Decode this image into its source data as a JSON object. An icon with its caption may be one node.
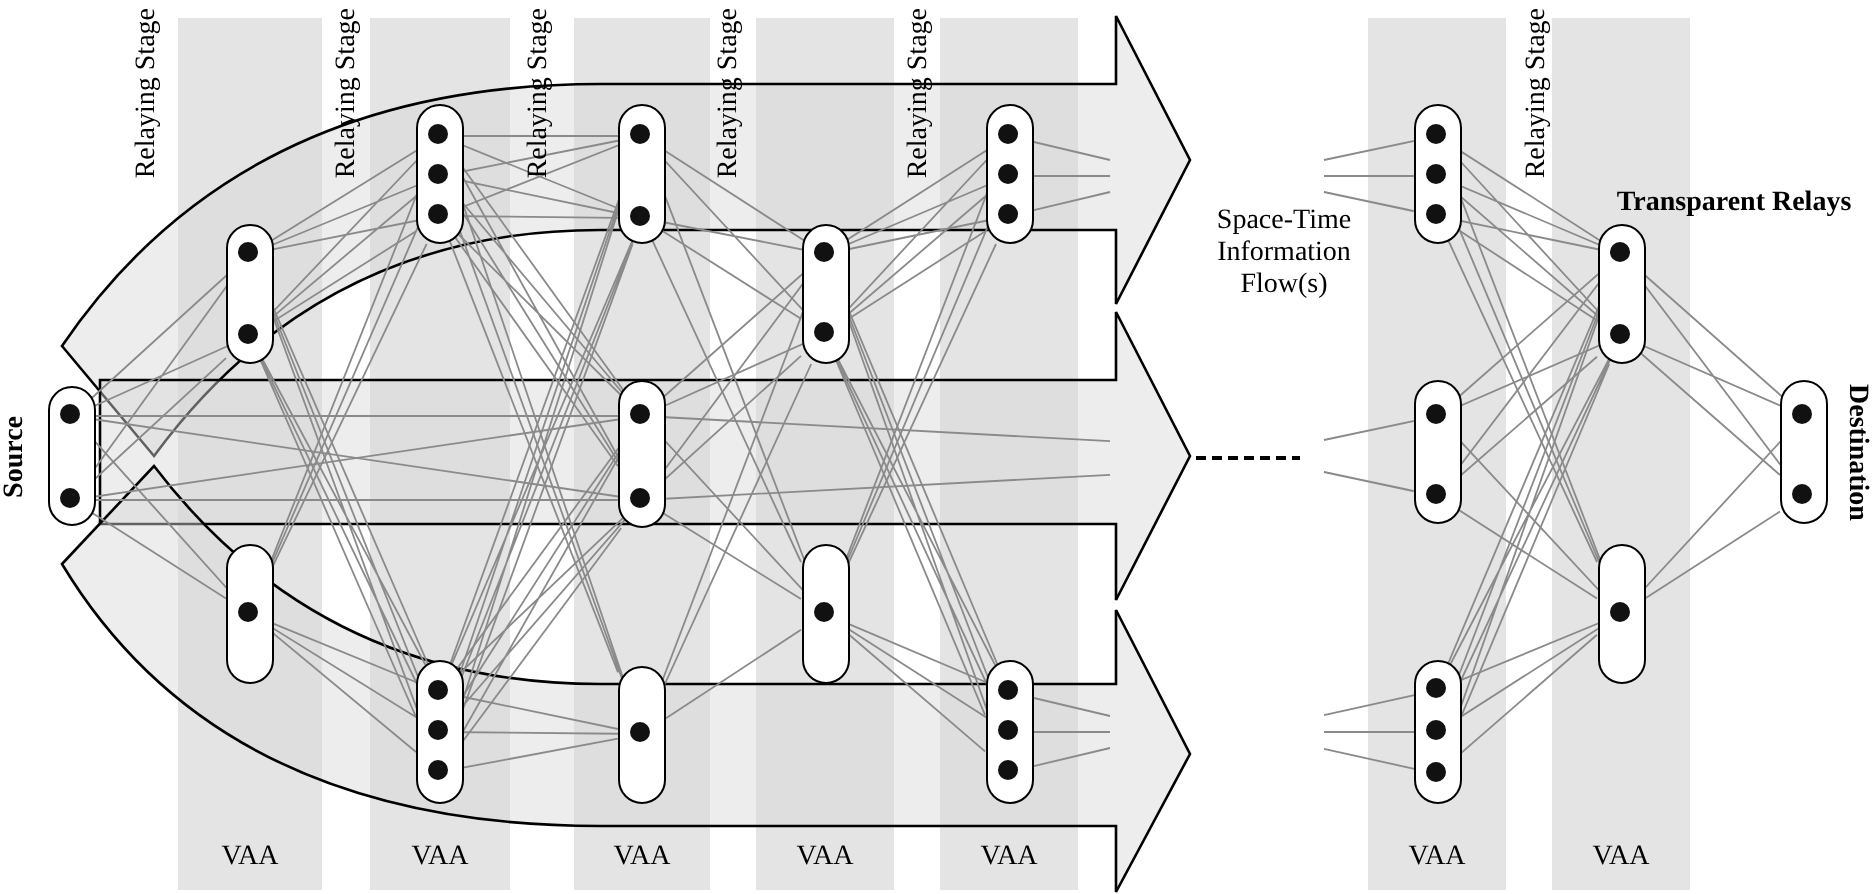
{
  "diagram": {
    "nodes": [
      {
        "text": [
          "Source"
        ]
      },
      {
        "text": [
          "Relaying Stage",
          "VAA"
        ]
      },
      {
        "text": [],
        "shape": "capsule",
        "in": 1
      },
      {
        "text": [],
        "shape": "capsule",
        "in": 1
      },
      {
        "text": [
          "Relaying Stage",
          "VAA"
        ]
      },
      {
        "text": [],
        "shape": "capsule",
        "in": 4
      },
      {
        "text": [],
        "shape": "capsule",
        "in": 4
      },
      {
        "text": [
          "Relaying Stage",
          "VAA"
        ]
      },
      {
        "text": [],
        "shape": "capsule",
        "in": 7
      },
      {
        "text": [],
        "shape": "capsule",
        "in": 7
      },
      {
        "text": [],
        "shape": "capsule",
        "in": 7
      },
      {
        "text": [
          "Relaying Stage",
          "VAA"
        ]
      },
      {
        "text": [],
        "shape": "capsule",
        "in": 11
      },
      {
        "text": [],
        "shape": "capsule",
        "in": 11
      },
      {
        "text": [
          "Relaying Stage",
          "VAA"
        ]
      },
      {
        "text": [],
        "shape": "capsule",
        "in": 14
      },
      {
        "text": [],
        "shape": "capsule",
        "in": 14
      },
      {
        "text": [
          "VAA"
        ]
      },
      {
        "text": [],
        "shape": "capsule",
        "in": 17
      },
      {
        "text": [],
        "shape": "capsule",
        "in": 17
      },
      {
        "text": [],
        "shape": "capsule",
        "in": 17
      },
      {
        "text": [
          "Relaying Stage",
          "VAA"
        ]
      },
      {
        "text": [],
        "shape": "capsule",
        "in": 21
      },
      {
        "text": [],
        "shape": "capsule",
        "in": 21
      },
      {
        "text": [
          "Destination"
        ]
      }
    ],
    "edges": [
      {
        "from": 0,
        "to": 2,
        "arrow": "none"
      },
      {
        "from": 0,
        "to": 3,
        "arrow": "none"
      },
      {
        "from": 0,
        "to": 9,
        "arrow": "none"
      },
      {
        "from": 2,
        "to": 5,
        "arrow": "none"
      },
      {
        "from": 2,
        "to": 6,
        "arrow": "none"
      },
      {
        "from": 3,
        "to": 5,
        "arrow": "none"
      },
      {
        "from": 3,
        "to": 6,
        "arrow": "none"
      },
      {
        "from": 5,
        "to": 8,
        "arrow": "none"
      },
      {
        "from": 5,
        "to": 9,
        "arrow": "none"
      },
      {
        "from": 5,
        "to": 10,
        "arrow": "none"
      },
      {
        "from": 6,
        "to": 8,
        "arrow": "none"
      },
      {
        "from": 6,
        "to": 9,
        "arrow": "none"
      },
      {
        "from": 6,
        "to": 10,
        "arrow": "none"
      },
      {
        "from": 8,
        "to": 12,
        "arrow": "none"
      },
      {
        "from": 8,
        "to": 13,
        "arrow": "none"
      },
      {
        "from": 9,
        "to": 12,
        "arrow": "none"
      },
      {
        "from": 9,
        "to": 13,
        "arrow": "none"
      },
      {
        "from": 10,
        "to": 12,
        "arrow": "none"
      },
      {
        "from": 10,
        "to": 13,
        "arrow": "none"
      },
      {
        "from": 12,
        "to": 15,
        "arrow": "none"
      },
      {
        "from": 12,
        "to": 16,
        "arrow": "none"
      },
      {
        "from": 13,
        "to": 15,
        "arrow": "none"
      },
      {
        "from": 13,
        "to": 16,
        "arrow": "none"
      },
      {
        "from": 15,
        "to": null,
        "arrow": "none"
      },
      {
        "from": 9,
        "to": null,
        "arrow": "none"
      },
      {
        "from": 16,
        "to": null,
        "arrow": "none"
      },
      {
        "from": null,
        "to": 18,
        "arrow": "none"
      },
      {
        "from": null,
        "to": 19,
        "arrow": "none"
      },
      {
        "from": null,
        "to": 20,
        "arrow": "none"
      },
      {
        "from": 18,
        "to": 22,
        "arrow": "none"
      },
      {
        "from": 18,
        "to": 23,
        "arrow": "none"
      },
      {
        "from": 19,
        "to": 22,
        "arrow": "none"
      },
      {
        "from": 19,
        "to": 23,
        "arrow": "none"
      },
      {
        "from": 20,
        "to": 22,
        "arrow": "none"
      },
      {
        "from": 20,
        "to": 23,
        "arrow": "none"
      },
      {
        "from": 22,
        "to": 24,
        "arrow": "none"
      },
      {
        "from": 23,
        "to": 24,
        "arrow": "none"
      }
    ],
    "labels": [
      "Space-Time Information Flow(s)",
      "Transparent Relays"
    ]
  }
}
